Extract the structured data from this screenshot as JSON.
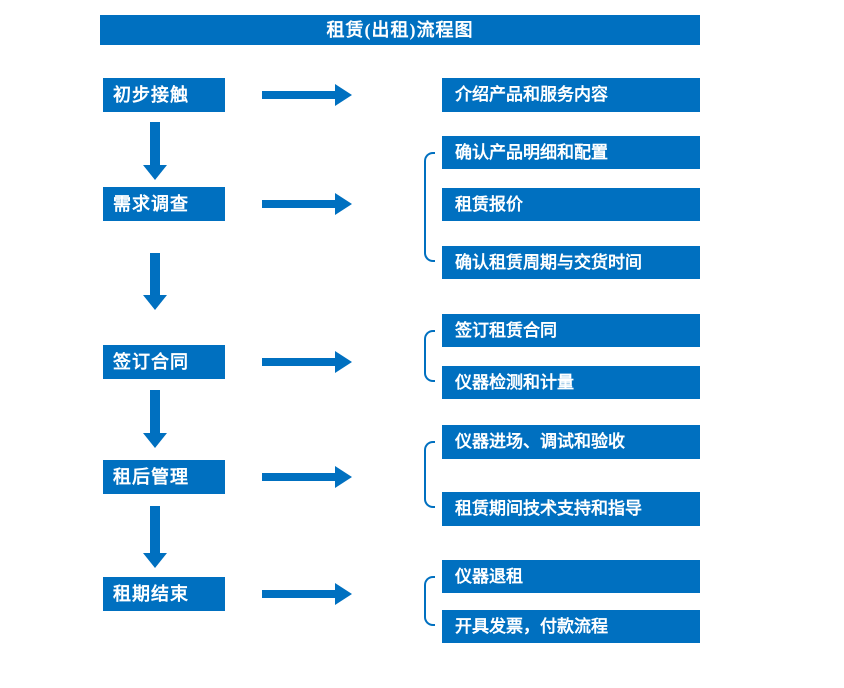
{
  "title": "租赁(出租)流程图",
  "colors": {
    "primary": "#0070c0",
    "background": "#ffffff",
    "box_text": "#ffffff"
  },
  "stages": [
    {
      "label": "初步接触",
      "outputs": [
        "介绍产品和服务内容"
      ]
    },
    {
      "label": "需求调查",
      "outputs": [
        "确认产品明细和配置",
        "租赁报价",
        "确认租赁周期与交货时间"
      ]
    },
    {
      "label": "签订合同",
      "outputs": [
        "签订租赁合同",
        "仪器检测和计量"
      ]
    },
    {
      "label": "租后管理",
      "outputs": [
        "仪器进场、调试和验收",
        "租赁期间技术支持和指导"
      ]
    },
    {
      "label": "租期结束",
      "outputs": [
        "仪器退租",
        "开具发票，付款流程"
      ]
    }
  ]
}
